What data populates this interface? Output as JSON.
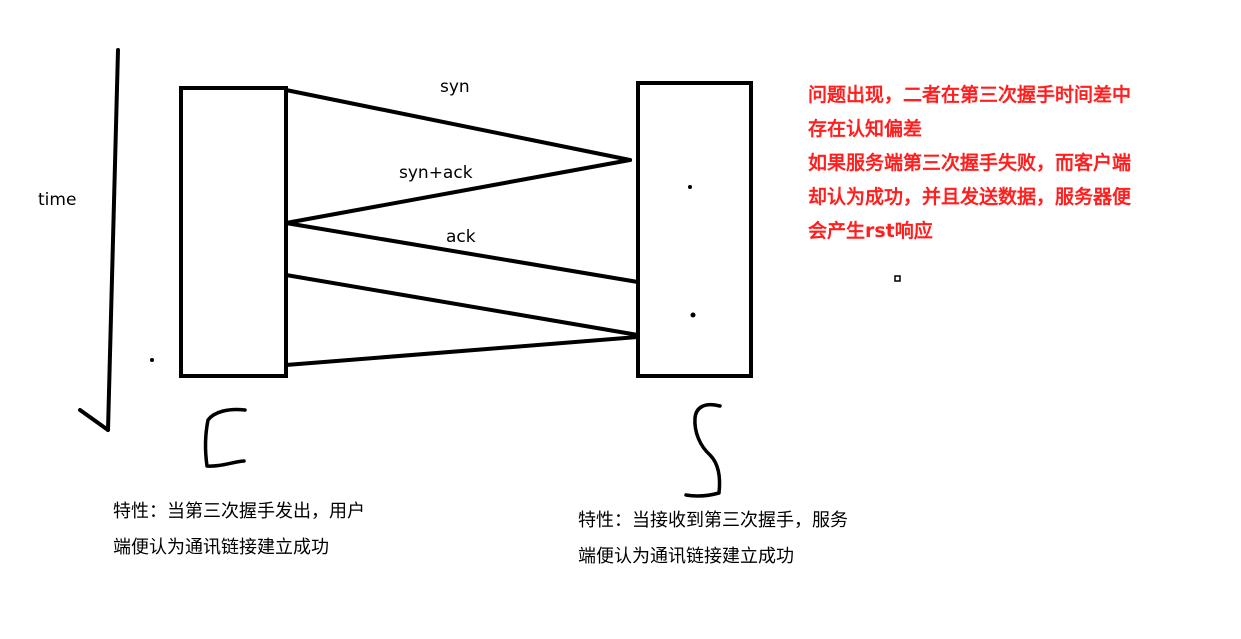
{
  "labels": {
    "syn": "syn",
    "syn_ack": "syn+ack",
    "ack": "ack",
    "time": "time"
  },
  "colors": {
    "ink": "#000000",
    "note": "#ff1f1f"
  },
  "note": {
    "lines": [
      "问题出现，二者在第三次握手时间差中",
      "存在认知偏差",
      "如果服务端第三次握手失败，而客户端",
      "却认为成功，并且发送数据，服务器便",
      "会产生rst响应"
    ]
  },
  "client_desc": {
    "lines": [
      "特性：当第三次握手发出，用户",
      "端便认为通讯链接建立成功"
    ]
  },
  "server_desc": {
    "lines": [
      "特性：当接收到第三次握手，服务",
      "端便认为通讯链接建立成功"
    ]
  }
}
